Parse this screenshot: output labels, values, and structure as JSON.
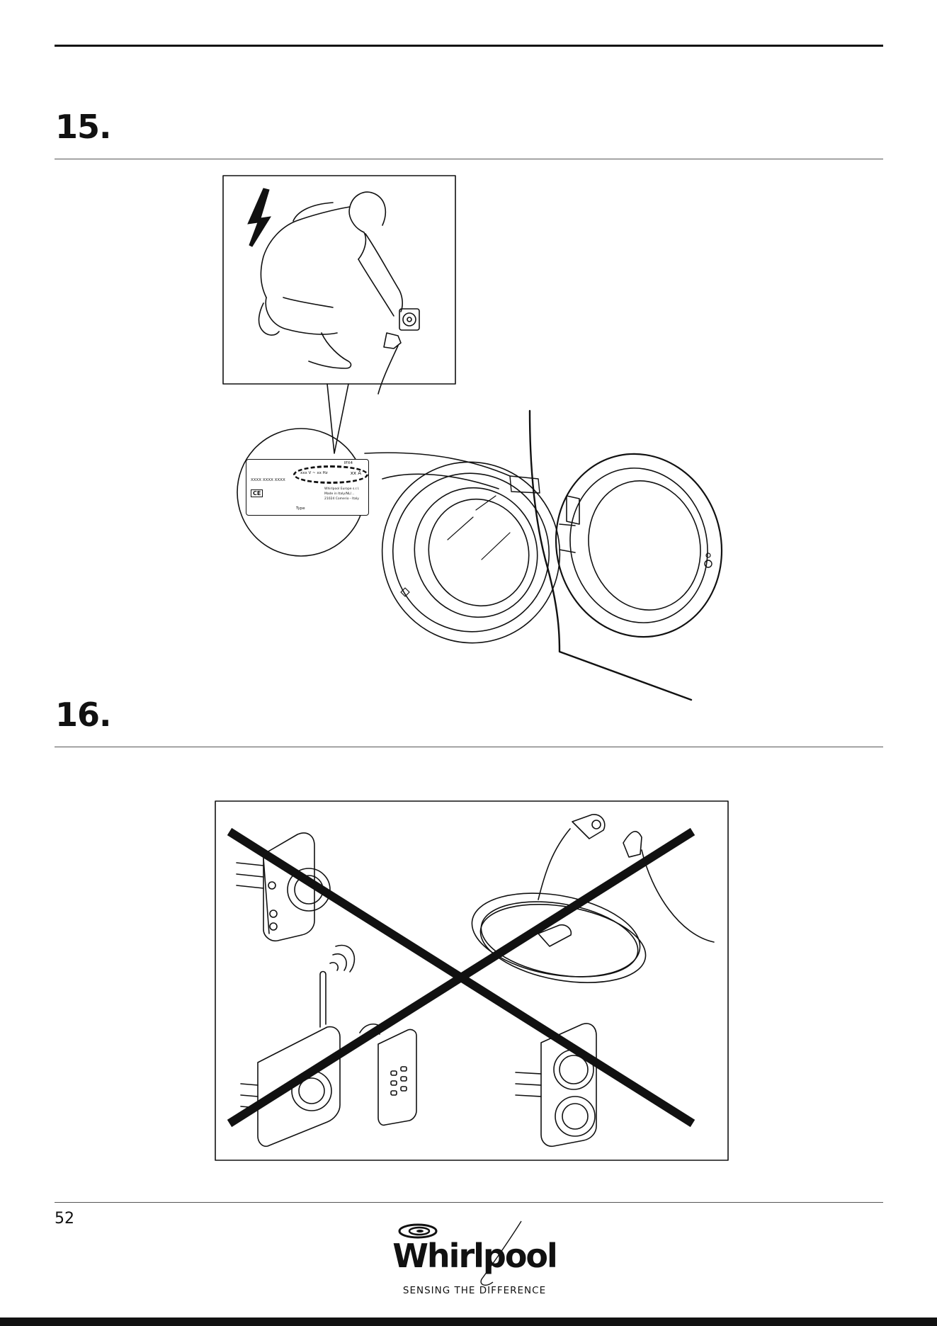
{
  "steps": [
    {
      "number": "15."
    },
    {
      "number": "16."
    }
  ],
  "rating_plate": {
    "voltage": "xxx V ~ xx Hz",
    "current": "xx A",
    "ip_rating": "IPX4",
    "code_line": "XXXX XXXX XXXX",
    "maker_lines": [
      "Whirlpool Europe s.r.l.",
      "Made in Italy/NL/...",
      "21024 Comerio - Italy"
    ],
    "type_label": "Type"
  },
  "footer": {
    "page_number": "52",
    "brand": "Whirlpool",
    "tagline": "SENSING THE DIFFERENCE"
  },
  "icons": [
    "lightning-icon",
    "prohibited-cross-icon",
    "whirlpool-swirl-icon"
  ]
}
